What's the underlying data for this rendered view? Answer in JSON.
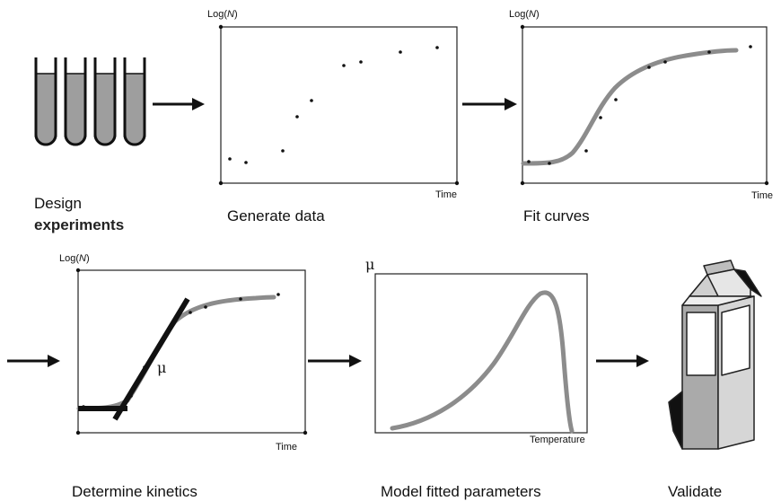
{
  "steps": {
    "design": {
      "line1": "Design",
      "line2": "experiments"
    },
    "generate": {
      "caption": "Generate data",
      "y_label_prefix": "Log(",
      "y_label_var": "N",
      "y_label_suffix": ")",
      "x_label": "Time"
    },
    "fit": {
      "caption": "Fit curves",
      "y_label_prefix": "Log(",
      "y_label_var": "N",
      "y_label_suffix": ")",
      "x_label": "Time"
    },
    "kinetics": {
      "caption": "Determine kinetics",
      "y_label_prefix": "Log(",
      "y_label_var": "N",
      "y_label_suffix": ")",
      "x_label": "Time",
      "slope_label": "μ"
    },
    "model": {
      "caption": "Model fitted parameters",
      "y_label": "μ",
      "x_label": "Temperature"
    },
    "validate": {
      "caption": "Validate"
    }
  },
  "colors": {
    "curve": "#8c8c8c",
    "tube_fill": "#9e9e9e",
    "carton_gray": "#aaaaaa",
    "ink": "#111111"
  },
  "icons": [
    "test-tube-icon",
    "arrow-right-icon",
    "milk-carton-icon"
  ]
}
